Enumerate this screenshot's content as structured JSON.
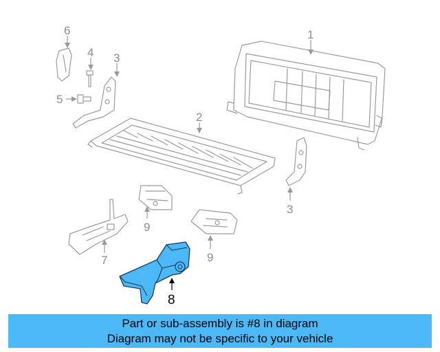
{
  "callouts": {
    "c1": "1",
    "c2": "2",
    "c3a": "3",
    "c3b": "3",
    "c4": "4",
    "c5": "5",
    "c6": "6",
    "c7": "7",
    "c8": "8",
    "c9a": "9",
    "c9b": "9"
  },
  "highlight_color": "#4cb8f5",
  "banner": {
    "line1": "Part or sub-assembly is #8 in diagram",
    "line2": "Diagram may not be specific to your vehicle"
  }
}
